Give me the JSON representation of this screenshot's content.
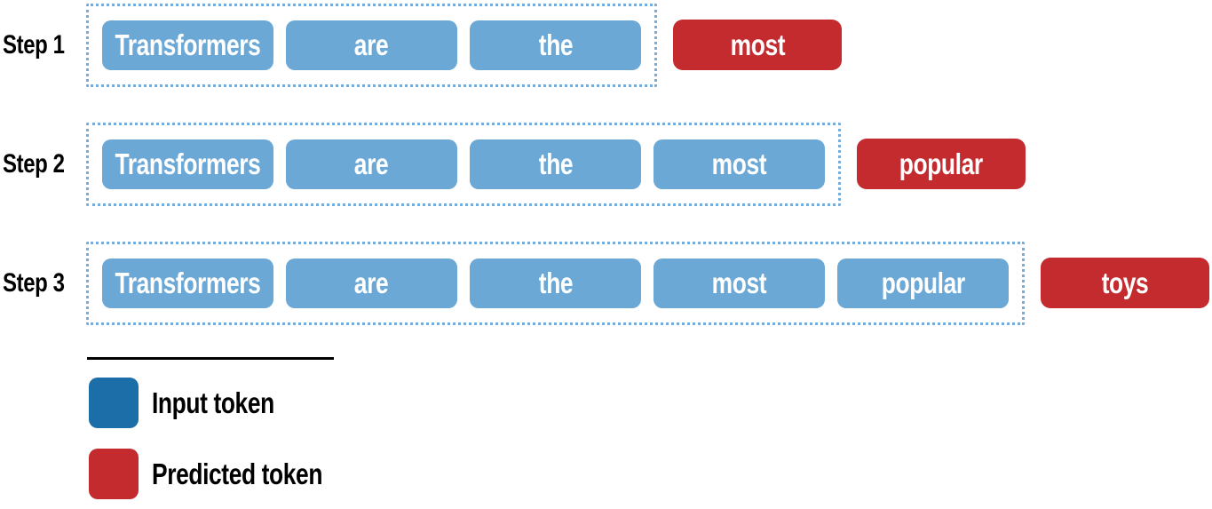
{
  "steps": [
    {
      "label": "Step 1",
      "input_tokens": [
        "Transformers",
        "are",
        "the"
      ],
      "predicted_token": "most"
    },
    {
      "label": "Step 2",
      "input_tokens": [
        "Transformers",
        "are",
        "the",
        "most"
      ],
      "predicted_token": "popular"
    },
    {
      "label": "Step 3",
      "input_tokens": [
        "Transformers",
        "are",
        "the",
        "most",
        "popular"
      ],
      "predicted_token": "toys"
    }
  ],
  "legend": {
    "items": [
      {
        "label": "Input token",
        "color": "#1c6ea8"
      },
      {
        "label": "Predicted token",
        "color": "#c32b2f"
      }
    ]
  },
  "colors": {
    "input_token_fill": "#6ba8d6",
    "input_group_dotted_border": "#75acda",
    "predicted_token_fill": "#c32b2f",
    "token_text": "#ffffff",
    "label_text": "#000000"
  }
}
